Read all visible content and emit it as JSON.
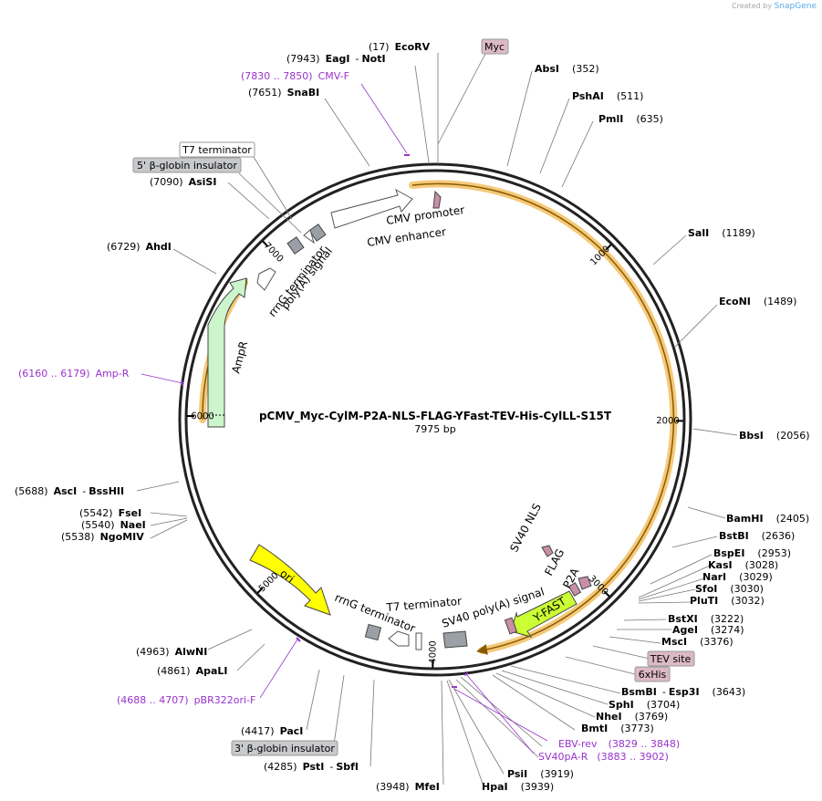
{
  "watermark": {
    "prefix": "Created by",
    "brand": "SnapGene"
  },
  "plasmid": {
    "name": "pCMV_Myc-CylM-P2A-NLS-FLAG-YFast-TEV-His-CylLL-S15T",
    "size_label": "7975 bp",
    "length": 7975
  },
  "ticks": [
    {
      "pos": 1000,
      "label": "1000"
    },
    {
      "pos": 2000,
      "label": "2000"
    },
    {
      "pos": 3000,
      "label": "3000"
    },
    {
      "pos": 4000,
      "label": "4000"
    },
    {
      "pos": 5000,
      "label": "5000"
    },
    {
      "pos": 6000,
      "label": "6000"
    },
    {
      "pos": 7000,
      "label": "7000"
    }
  ],
  "sites": [
    {
      "pos": 17,
      "pos_text": "(17)",
      "names": "EcoRV",
      "side": "left"
    },
    {
      "pos": 7943,
      "pos_text": "(7943)",
      "names": "EagI",
      "extra": "NotI",
      "side": "left"
    },
    {
      "pos": 7651,
      "pos_text": "(7651)",
      "names": "SnaBI",
      "side": "left"
    },
    {
      "pos": 7090,
      "pos_text": "(7090)",
      "names": "AsiSI",
      "side": "left"
    },
    {
      "pos": 6729,
      "pos_text": "(6729)",
      "names": "AhdI",
      "side": "left"
    },
    {
      "pos": 352,
      "pos_text": "(352)",
      "names": "AbsI",
      "side": "right"
    },
    {
      "pos": 511,
      "pos_text": "(511)",
      "names": "PshAI",
      "side": "right"
    },
    {
      "pos": 635,
      "pos_text": "(635)",
      "names": "PmlI",
      "side": "right"
    },
    {
      "pos": 1189,
      "pos_text": "(1189)",
      "names": "SalI",
      "side": "right"
    },
    {
      "pos": 1489,
      "pos_text": "(1489)",
      "names": "EcoNI",
      "side": "right"
    },
    {
      "pos": 2056,
      "pos_text": "(2056)",
      "names": "BbsI",
      "side": "right"
    },
    {
      "pos": 2405,
      "pos_text": "(2405)",
      "names": "BamHI",
      "side": "right"
    },
    {
      "pos": 2636,
      "pos_text": "(2636)",
      "names": "BstBI",
      "side": "right"
    },
    {
      "pos": 2953,
      "pos_text": "(2953)",
      "names": "BspEI",
      "side": "right"
    },
    {
      "pos": 3028,
      "pos_text": "(3028)",
      "names": "KasI",
      "side": "right"
    },
    {
      "pos": 3029,
      "pos_text": "(3029)",
      "names": "NarI",
      "side": "right"
    },
    {
      "pos": 3030,
      "pos_text": "(3030)",
      "names": "SfoI",
      "side": "right"
    },
    {
      "pos": 3032,
      "pos_text": "(3032)",
      "names": "PluTI",
      "side": "right"
    },
    {
      "pos": 3222,
      "pos_text": "(3222)",
      "names": "BstXI",
      "side": "right"
    },
    {
      "pos": 3274,
      "pos_text": "(3274)",
      "names": "AgeI",
      "side": "right"
    },
    {
      "pos": 3376,
      "pos_text": "(3376)",
      "names": "MscI",
      "side": "right"
    },
    {
      "pos": 3643,
      "pos_text": "(3643)",
      "names": "BsmBI",
      "extra": "Esp3I",
      "side": "right"
    },
    {
      "pos": 3704,
      "pos_text": "(3704)",
      "names": "SphI",
      "side": "right"
    },
    {
      "pos": 3769,
      "pos_text": "(3769)",
      "names": "NheI",
      "side": "right"
    },
    {
      "pos": 3773,
      "pos_text": "(3773)",
      "names": "BmtI",
      "side": "right"
    },
    {
      "pos": 3919,
      "pos_text": "(3919)",
      "names": "PsiI",
      "side": "right"
    },
    {
      "pos": 3939,
      "pos_text": "(3939)",
      "names": "HpaI",
      "side": "right"
    },
    {
      "pos": 3948,
      "pos_text": "(3948)",
      "names": "MfeI",
      "side": "left"
    },
    {
      "pos": 4285,
      "pos_text": "(4285)",
      "names": "PstI",
      "extra": "SbfI",
      "side": "left"
    },
    {
      "pos": 4417,
      "pos_text": "(4417)",
      "names": "PacI",
      "side": "left"
    },
    {
      "pos": 4861,
      "pos_text": "(4861)",
      "names": "ApaLI",
      "side": "left"
    },
    {
      "pos": 4963,
      "pos_text": "(4963)",
      "names": "AlwNI",
      "side": "left"
    },
    {
      "pos": 5538,
      "pos_text": "(5538)",
      "names": "NgoMIV",
      "side": "left"
    },
    {
      "pos": 5540,
      "pos_text": "(5540)",
      "names": "NaeI",
      "side": "left"
    },
    {
      "pos": 5542,
      "pos_text": "(5542)",
      "names": "FseI",
      "side": "left"
    },
    {
      "pos": 5688,
      "pos_text": "(5688)",
      "names": "AscI",
      "extra": "BssHII",
      "side": "left"
    }
  ],
  "primers": [
    {
      "range": "(7830 .. 7850)",
      "name": "CMV-F"
    },
    {
      "range": "(6160 .. 6179)",
      "name": "Amp-R"
    },
    {
      "range": "(4688 .. 4707)",
      "name": "pBR322ori-F"
    },
    {
      "range": "(3829 .. 3848)",
      "name": "EBV-rev"
    },
    {
      "range": "(3883 .. 3902)",
      "name": "SV40pA-R"
    }
  ],
  "badges": [
    {
      "label": "Myc",
      "color": "#dcb9c6"
    },
    {
      "label": "T7 terminator",
      "color": "#ffffff"
    },
    {
      "label": "5' β-globin insulator",
      "color": "#c8c9cc"
    },
    {
      "label": "TEV site",
      "color": "#dcb9c6"
    },
    {
      "label": "6xHis",
      "color": "#dcb9c6"
    },
    {
      "label": "3' β-globin insulator",
      "color": "#c8c9cc"
    }
  ],
  "features": [
    {
      "label": "CMV promoter"
    },
    {
      "label": "CMV enhancer"
    },
    {
      "label": "rrnG terminator"
    },
    {
      "label": "poly(A) signal"
    },
    {
      "label": "AmpR"
    },
    {
      "label": "ori"
    },
    {
      "label": "rrnG terminator"
    },
    {
      "label": "T7 terminator"
    },
    {
      "label": "SV40 poly(A) signal"
    },
    {
      "label": "Y-FAST"
    },
    {
      "label": "SV40 NLS"
    },
    {
      "label": "FLAG"
    },
    {
      "label": "P2A"
    }
  ],
  "colors": {
    "orf_highlight": "#f5c97a",
    "ampr": "#ccf5cc",
    "ori": "#ffff00",
    "yfast": "#ccff33",
    "insulator": "#9aa0a6",
    "tag": "#c98fa8",
    "primer": "#9933cc"
  }
}
